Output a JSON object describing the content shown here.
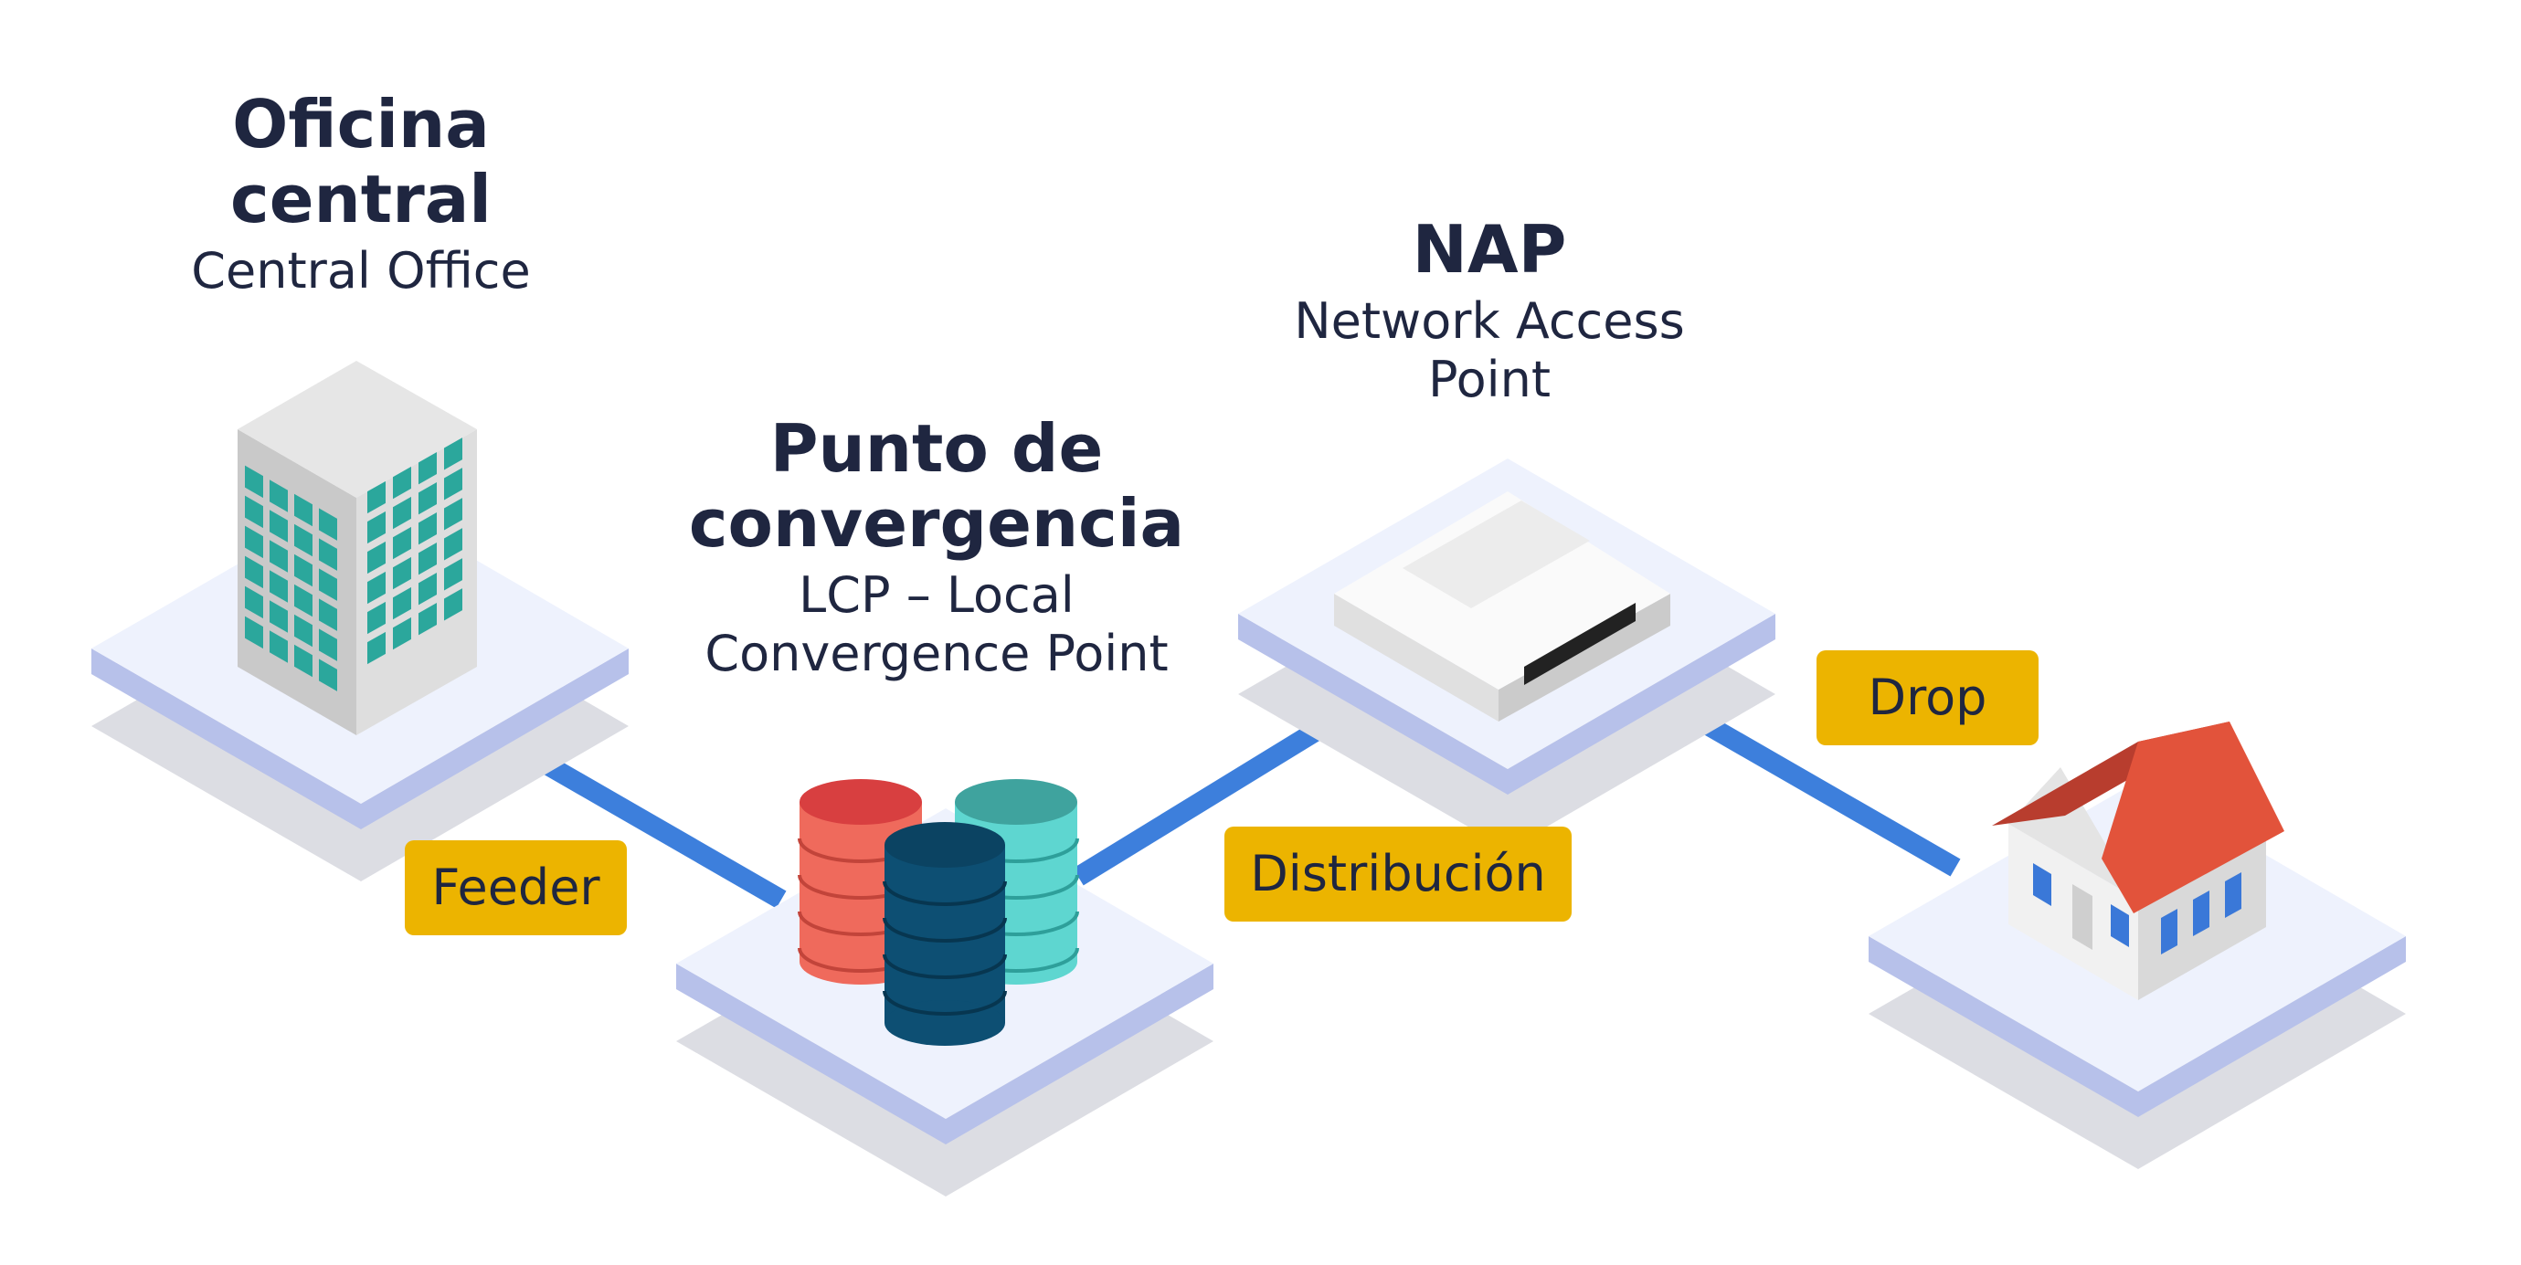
{
  "diagram": {
    "nodes": [
      {
        "id": "central-office",
        "title_lines": [
          "Oficina",
          "central"
        ],
        "subtitle_lines": [
          "Central Office"
        ]
      },
      {
        "id": "lcp",
        "title_lines": [
          "Punto de",
          "convergencia"
        ],
        "subtitle_lines": [
          "LCP – Local",
          "Convergence Point"
        ]
      },
      {
        "id": "nap",
        "title_lines": [
          "NAP"
        ],
        "subtitle_lines": [
          "Network Access",
          "Point"
        ]
      },
      {
        "id": "home",
        "title_lines": [],
        "subtitle_lines": []
      }
    ],
    "segments": [
      {
        "from": "central-office",
        "to": "lcp",
        "label": "Feeder"
      },
      {
        "from": "lcp",
        "to": "nap",
        "label": "Distribución"
      },
      {
        "from": "nap",
        "to": "home",
        "label": "Drop"
      }
    ]
  },
  "colors": {
    "text": "#1f2640",
    "label_bg": "#ecb400",
    "cable": "#3d7fdc",
    "platform_top": "#eef2fd",
    "platform_edge": "#b7c1ea",
    "platform_shadow": "#dcdde3",
    "building_left": "#c9c9c9",
    "building_right": "#dedede",
    "building_top": "#e6e6e6",
    "windows": "#2ba79c",
    "cylinder_red": "#ef6a5c",
    "cylinder_teal": "#5ed6d0",
    "cylinder_navy": "#0d4f73",
    "roof": "#e2533b",
    "house_walls": "#f1f1f1",
    "house_windows": "#3a78d8"
  }
}
